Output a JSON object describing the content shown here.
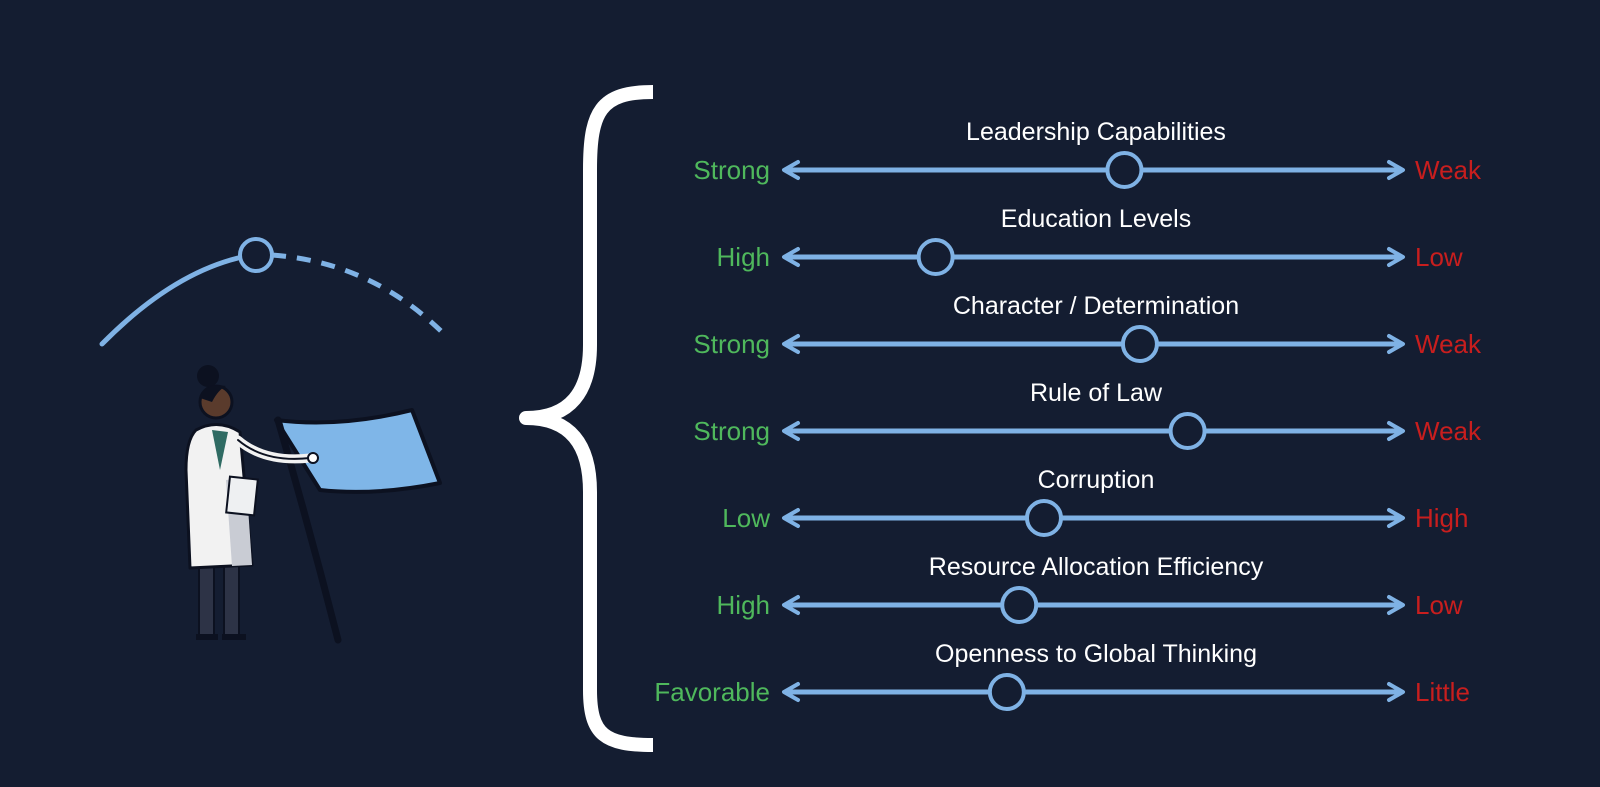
{
  "colors": {
    "background": "#141d31",
    "accent": "#7fb2e5",
    "positive": "#4fb85c",
    "negative": "#c81e1e",
    "title_text": "#ffffff",
    "flag": "#7fb6e8"
  },
  "illustration": {
    "figure": "scientist-holding-flag-icon",
    "trajectory": "arc-with-marker-and-dashed-continuation"
  },
  "scales": [
    {
      "title": "Leadership Capabilities",
      "left": "Strong",
      "right": "Weak",
      "value": 0.55
    },
    {
      "title": "Education Levels",
      "left": "High",
      "right": "Low",
      "value": 0.245
    },
    {
      "title": "Character / Determination",
      "left": "Strong",
      "right": "Weak",
      "value": 0.575
    },
    {
      "title": "Rule of Law",
      "left": "Strong",
      "right": "Weak",
      "value": 0.652
    },
    {
      "title": "Corruption",
      "left": "Low",
      "right": "High",
      "value": 0.42
    },
    {
      "title": "Resource Allocation Efficiency",
      "left": "High",
      "right": "Low",
      "value": 0.38
    },
    {
      "title": "Openness to Global Thinking",
      "left": "Favorable",
      "right": "Little",
      "value": 0.36
    }
  ]
}
